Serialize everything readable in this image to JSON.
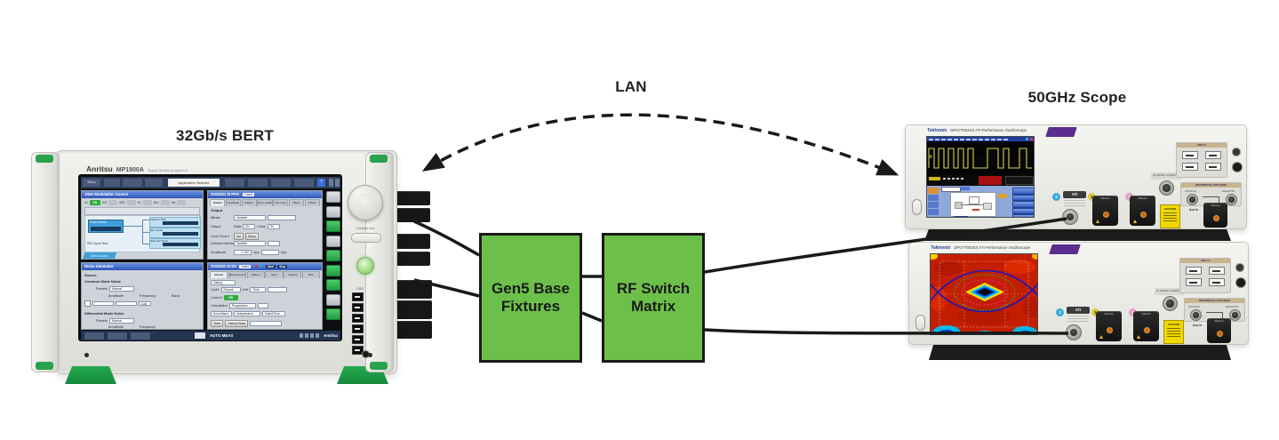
{
  "labels": {
    "bert": "32Gb/s BERT",
    "lan": "LAN",
    "scope": "50GHz Scope"
  },
  "boxes": {
    "fixtures": {
      "line1": "Gen5 Base",
      "line2": "Fixtures"
    },
    "switch": {
      "line1": "RF Switch",
      "line2": "Matrix"
    }
  },
  "colors": {
    "box_green": "#6cc04a",
    "wire_black": "#1a1a1a",
    "chassis_gray": "#e9e9e6",
    "accent_green": "#28a24c",
    "caution_yellow": "#f0d800",
    "badge_purple": "#5b2d8e",
    "dialog_blue": "#8ea9d9",
    "waveform_yellow": "#d8d850",
    "eye_red": "#c41e00"
  },
  "bert": {
    "brand": "Anritsu",
    "model": "MP1900A",
    "subtitle": "Signal Quality Analyzer-R",
    "toolbar": {
      "menu": "Menu",
      "app_selector": "Application Selector",
      "help": "?"
    },
    "panels": {
      "jitter_title": "Jitter Modulation Source",
      "ppg_title": "21G/32G SI PPG",
      "noise_title": "Noise Generator",
      "ed_title": "21G/32G SI ED",
      "data_select": "Data1",
      "ppg_tabs": [
        "Output",
        "Amplitude",
        "Pattern",
        "Error addition",
        "Pre-code",
        "Misc1",
        "Misc2"
      ],
      "ed_tabs": [
        "Result",
        "Measurement",
        "Pattern",
        "Input",
        "Capture",
        "Misc"
      ],
      "jitter_toggles": [
        "SJ",
        "SJ2",
        "SSC",
        "RJ",
        "BUJ",
        "Ext"
      ],
      "fields": {
        "on": "ON",
        "output_sec": "Output",
        "bitrate": "Bitrate",
        "variable": "Variable",
        "output": "Output",
        "data": "Data",
        "clock": "Clock",
        "on_small": "On",
        "level_guard": "Level Guard",
        "set": "Set",
        "setup": "Setup",
        "defined_if": "Defined Interface",
        "amplitude": "Amplitude",
        "amp_val": "0.762",
        "vpp": "Vpp",
        "source": "Source",
        "common_mode": "Common Mode Noise",
        "diff_mode": "Differential Mode Noise",
        "presets": "Presets",
        "manual": "Manual",
        "frequency": "Frequency",
        "band": "Band",
        "low": "Low",
        "gating": "Gating",
        "cycle": "Cycle",
        "repeat": "Repeat",
        "unit": "Unit",
        "time": "Time",
        "current": "Current",
        "calculation": "Calculation",
        "progressive": "Progressive",
        "error_alarm": "Error/Alarm",
        "independent": "Independent",
        "datetime": "Date&Time",
        "timer": "Timer",
        "history_reset": "History Reset",
        "start": "Start",
        "stop": "Stop",
        "clock_source": "Clock Source",
        "clock_to_ppg": "Clock to PPG",
        "ref_clock": "Ref. Clock",
        "subrate": "Sub-rate Clock",
        "ssc_input": "SSC Input Clock"
      }
    },
    "taskbar": {
      "status": "AUTO MEAS",
      "logo": "Anritsu"
    },
    "controls": {
      "function_key": "Function Key",
      "usb": "USB"
    }
  },
  "scope": {
    "brand": "Tektronix",
    "model": "DPO77002SX ATI Performance Oscilloscope",
    "front": {
      "ch2": "2",
      "ati": "ATI",
      "ch1": "1",
      "ch3": "3",
      "caution": "CAUTION",
      "dc_cal": "DC PROBE CALIBRATION",
      "usb_header": "USB 2.0",
      "diff_header": "DIFFERENTIAL FAST EDGE",
      "positive": "POSITIVE",
      "negative": "NEGATIVE",
      "aux": "Aux In",
      "probe_brand": "Tektronix"
    }
  }
}
